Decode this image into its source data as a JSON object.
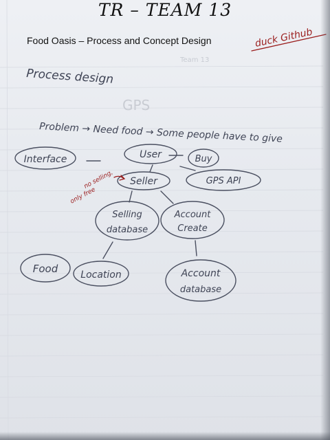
{
  "header": {
    "title": "TR – TEAM 13",
    "subtitle": "Food Oasis – Process and Concept Design"
  },
  "margin_note": "duck Github",
  "section_heading": "Process design",
  "problem_statement": "Problem → Need food → Some people have to give",
  "nodes": {
    "interface": "Interface",
    "user": "User",
    "buy": "Buy",
    "seller": "Seller",
    "gps_api": "GPS API",
    "selling_db_line1": "Selling",
    "selling_db_line2": "database",
    "account_create_line1": "Account",
    "account_create_line2": "Create",
    "food": "Food",
    "location": "Location",
    "account_db_line1": "Account",
    "account_db_line2": "database"
  },
  "annotation": {
    "line1": "no selling,",
    "line2": "only free"
  },
  "bleed_through": [
    "GPS",
    "Team 13"
  ],
  "colors": {
    "paper": "#e9ecf0",
    "pencil_ink": "#3f4455",
    "red_ink": "#9a1c1c"
  }
}
